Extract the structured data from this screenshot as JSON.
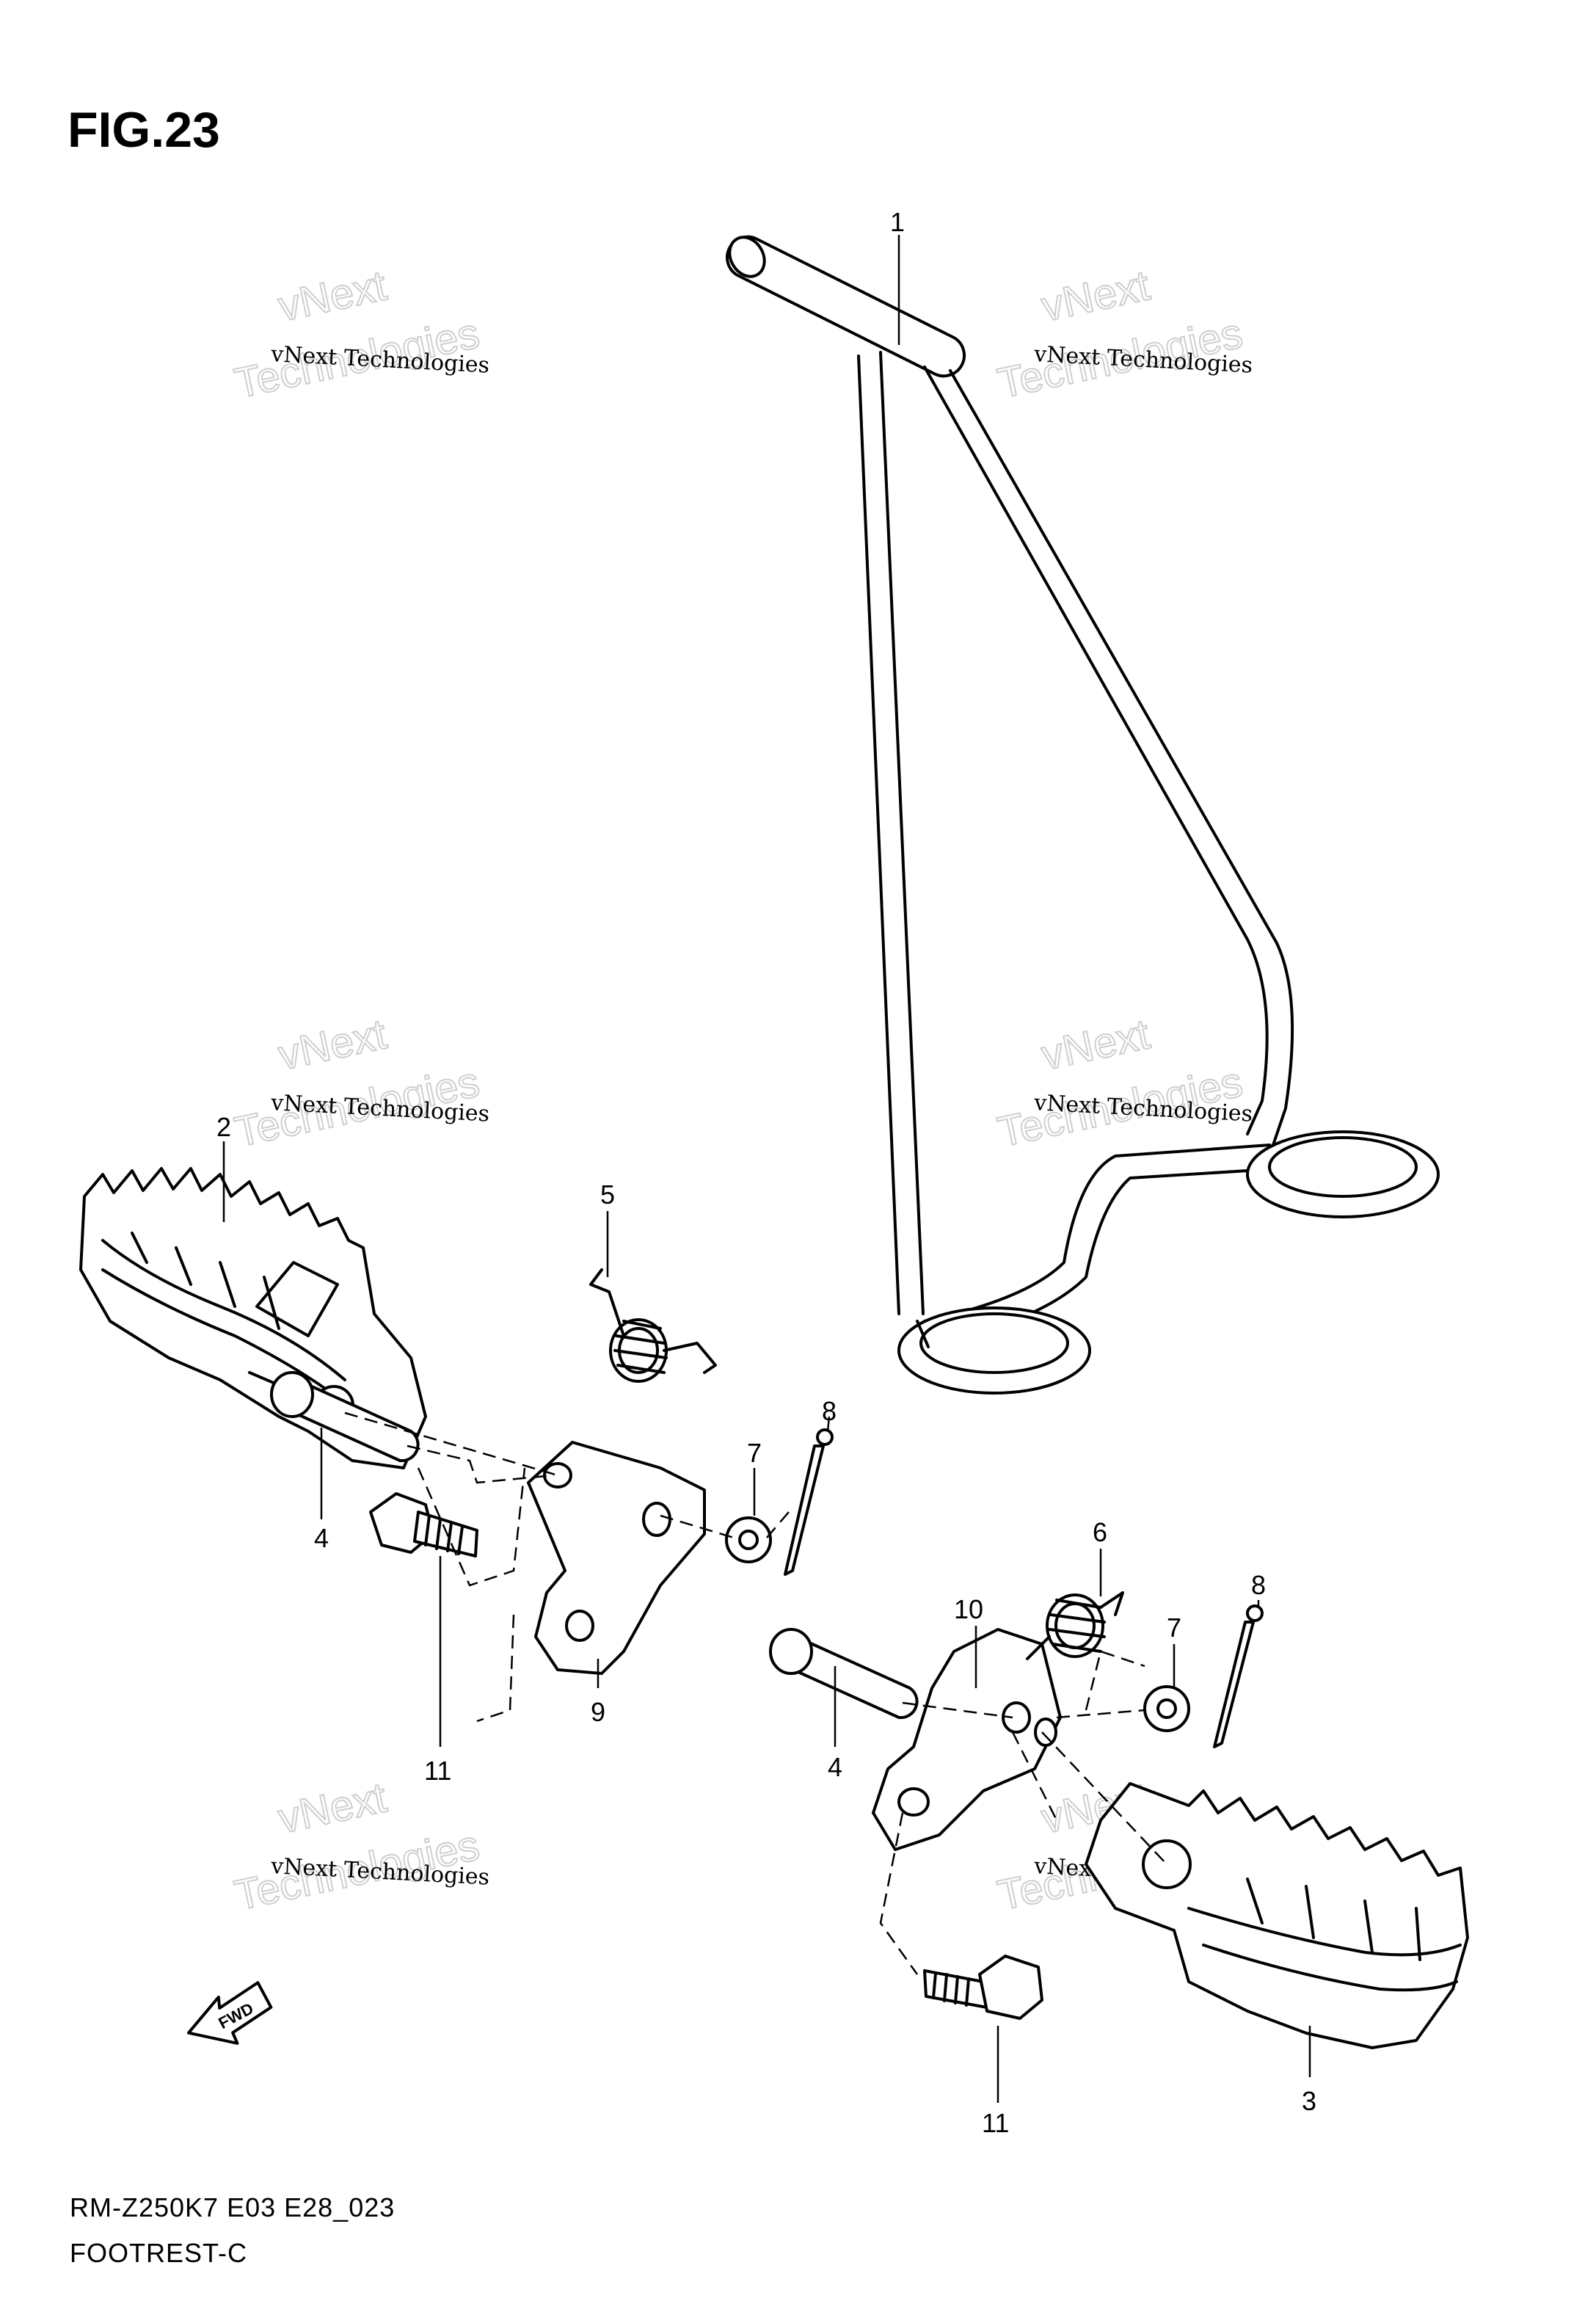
{
  "figure": {
    "title": "FIG.23",
    "model_code": "RM-Z250K7 E03 E28_023",
    "section_name": "FOOTREST-C"
  },
  "watermark": {
    "line_small": "vNext Technologies",
    "line_big_top": "vNext",
    "line_big_bottom": "Technologies"
  },
  "callouts": [
    {
      "id": "c1",
      "label": "1"
    },
    {
      "id": "c2",
      "label": "2"
    },
    {
      "id": "c3",
      "label": "3"
    },
    {
      "id": "c4a",
      "label": "4"
    },
    {
      "id": "c4b",
      "label": "4"
    },
    {
      "id": "c5",
      "label": "5"
    },
    {
      "id": "c6",
      "label": "6"
    },
    {
      "id": "c7a",
      "label": "7"
    },
    {
      "id": "c7b",
      "label": "7"
    },
    {
      "id": "c8a",
      "label": "8"
    },
    {
      "id": "c8b",
      "label": "8"
    },
    {
      "id": "c9",
      "label": "9"
    },
    {
      "id": "c10",
      "label": "10"
    },
    {
      "id": "c11a",
      "label": "11"
    },
    {
      "id": "c11b",
      "label": "11"
    }
  ],
  "fwd_badge": {
    "label": "FWD"
  }
}
